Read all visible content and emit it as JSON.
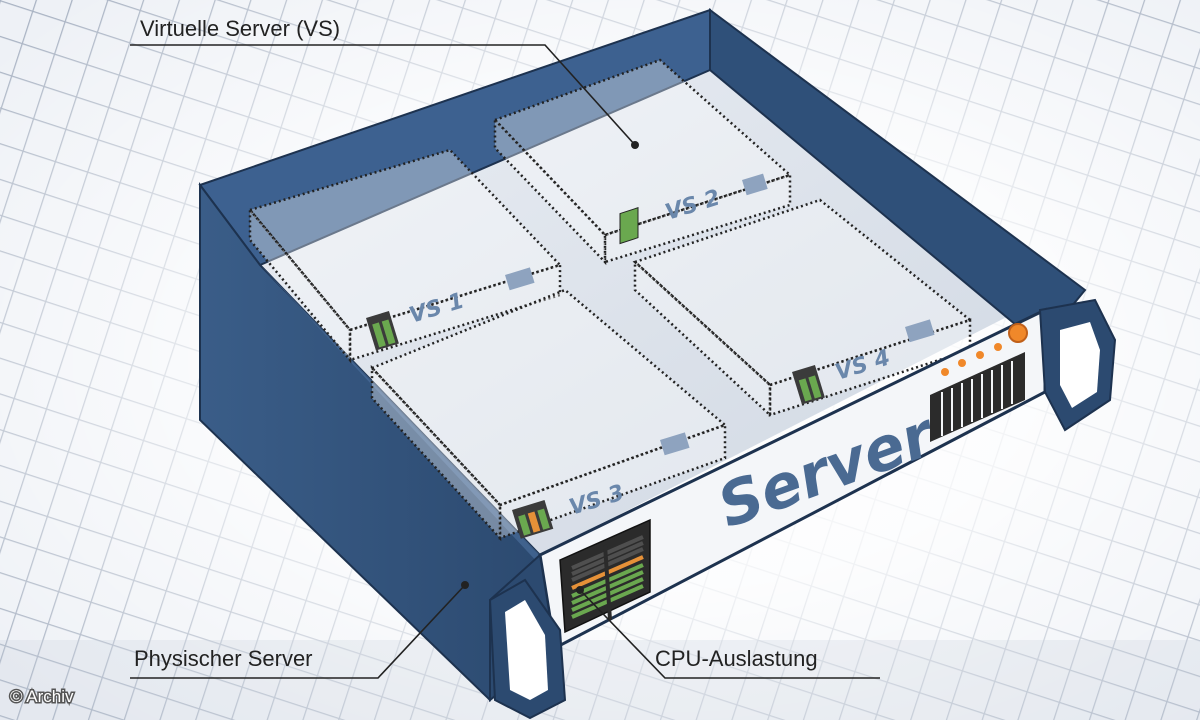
{
  "labels": {
    "virtual_servers": "Virtuelle Server (VS)",
    "physical_server": "Physischer Server",
    "cpu_load": "CPU-Auslastung",
    "credit": "© Archiv"
  },
  "server": {
    "brand": "Server"
  },
  "virtual_servers": [
    {
      "label": "VS 1"
    },
    {
      "label": "VS 2"
    },
    {
      "label": "VS 3"
    },
    {
      "label": "VS 4"
    }
  ],
  "colors": {
    "chassis_blue": "#35567f",
    "chassis_dark": "#22395a",
    "front_panel": "#f4f6f9",
    "brand_text": "#4a6a92",
    "meter_green": "#6aa84f",
    "meter_orange": "#e69138",
    "led_orange": "#f0882a",
    "grid_line": "#9aa6b8"
  }
}
